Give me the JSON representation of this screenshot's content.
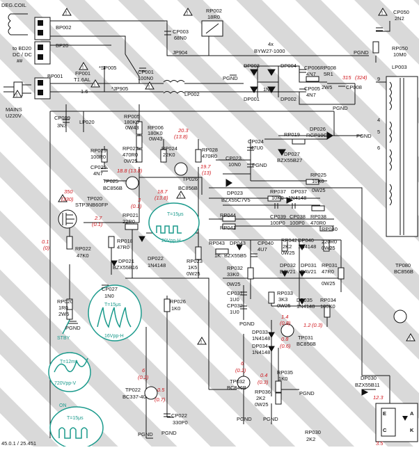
{
  "stripe_color": "#d9d9d9",
  "ink_color": "#111111",
  "measure_color": "#d0151b",
  "waveform_color": "#1a9a8c",
  "top_left": {
    "deg_coil": "DEG.COIL",
    "to_bd20_1": "to BD20",
    "to_bd20_2": "DC / DC",
    "to_bd20_3": "##",
    "mains_1": "MAINS",
    "mains_2": "U220V",
    "bp002": "BP002",
    "bp20": "BP20",
    "bp001": "BP001",
    "sp005": "*SP005",
    "jp905": "*JP905",
    "fp001_1": "FP001",
    "fp001_2": "T1.6AL",
    "fp001_3": "1.6"
  },
  "top_center": {
    "cp003_1": "CP003",
    "cp003_2": "68N0",
    "jp904": "JP904",
    "rp002_1": "RP002",
    "rp002_2": "18R0",
    "cp001_1": "CP001",
    "cp001_2": "100N0",
    "lp002": "LP002",
    "byw_1": "4x",
    "byw_2": "BYW27-1000",
    "dp003": "DP003",
    "dp004": "DP004",
    "dp001": "DP001",
    "dp002": "DP002",
    "pgnd": "PGND",
    "n1n5": "1N5",
    "cp006_1": "CP006",
    "cp006_2": "4N7",
    "cp005_1": "CP005",
    "cp005_2": "4N7",
    "rp008_1": "RP008",
    "rp008_2": "5R1",
    "rp008_3": "2W5",
    "cp008": "CP008",
    "v315": "315",
    "v324": "(324)"
  },
  "top_right": {
    "cp050_1": "CP050",
    "cp050_2": "2N2",
    "rp050_1": "RP050",
    "rp050_2": "10M0",
    "lp003": "LP003",
    "pgnd": "PGND",
    "pin9": "9",
    "pin4": "4",
    "pin5": "5",
    "pin6": "6",
    "pgnd2": "PGND",
    "tp080_1": "TP080",
    "tp080_2": "BC856B"
  },
  "left_section": {
    "cp009_1": "CP009",
    "cp009_2": "3N3",
    "lp020": "LP020",
    "rp005_1": "RP005",
    "rp005_2": "180K0",
    "rp005_3": "0W43",
    "rp006_1": "RP006",
    "rp006_2": "180K0",
    "rp006_3": "0W43",
    "v203": "20.3",
    "v138": "(13.8)",
    "rp029_1": "RP029",
    "rp029_2": "100R0",
    "cp029_1": "CP029",
    "cp029_2": "4N7",
    "rp027_1": "RP027",
    "rp027_2": "470R0",
    "rp027_3": "0W25",
    "v188": "18.8 (13.8)",
    "rp024_1": "RP024",
    "rp024_2": "22K0",
    "rp028_1": "RP028",
    "rp028_2": "470R0",
    "tp026_1": "TP026",
    "tp026_2": "BC856B",
    "v197": "19.7",
    "v13": "(13)",
    "tp025_1": "TP025",
    "tp025_2": "BC856B",
    "v187": "18.7",
    "v138b": "(13.8)",
    "v350": "350",
    "v330": "(330)",
    "tp020_1": "TP020",
    "tp020_2": "STP3NB60FP",
    "v3": "3",
    "v01": "(0.1)",
    "v27": "2.7",
    "v01b": "(0.1)",
    "rp021_1": "RP021",
    "rp021_2": "22R0",
    "v01c": "0.1",
    "v0": "(0)",
    "rp018_1": "RP018",
    "rp018_2": "47R0",
    "rp022_1": "RP022",
    "rp022_2": "47K0",
    "dp021_1": "DP021",
    "dp021_2": "BZX55B16",
    "dp022_1": "DP022",
    "dp022_2": "1N4148",
    "rp023_1": "RP023",
    "rp023_2": "1K5",
    "rp023_3": "0W25",
    "cp027_1": "CP027",
    "cp027_2": "1N0",
    "rp020_1": "RP020",
    "rp020_2": "1R0",
    "rp020_3": "2W5",
    "rp026_1": "RP026",
    "rp026_2": "1K0",
    "pgnd": "PGND",
    "v6": "6",
    "v02": "(0.2)",
    "tp022_1": "TP022",
    "tp022_2": "BC337-40",
    "v05": "0.5",
    "v07": "(0.7)",
    "cp022_1": "CP022",
    "cp022_2": "330P0",
    "pgnd2": "PGND",
    "pgnd3": "PGND"
  },
  "waveforms": {
    "w1_t": "T=15μs",
    "w1_v": "20Vpp-H",
    "w2_t": "T=15μs",
    "w2_v": "16Vpp-H",
    "stby": "STBY",
    "w3_t": "T=12ms",
    "w3_v": "720Vpp-V",
    "on": "ON",
    "w4_t": "T=15μs"
  },
  "center_section": {
    "cp024_1": "CP024",
    "cp024_2": "47U0",
    "cp023_1": "CP023",
    "cp023_2": "10N0",
    "pgnd": "PGND",
    "rp019": "RP019",
    "dp026_1": "DP026",
    "dp026_2": "RGP10G",
    "pgnd_r": "PGND",
    "dp027_1": "DP027",
    "dp027_2": "BZX55B27",
    "rp025_1": "RP025",
    "rp025_2": "10K0",
    "rp025_3": "0W25",
    "dp023_1": "DP023",
    "dp023_2": "BZX55C7V5",
    "rp037_1": "RP037",
    "rp037_2": "10K0",
    "dp037_1": "DP037",
    "dp037_2": "1N4148",
    "rp044": "RP044",
    "rp041": "RP041",
    "cp039_1": "CP039",
    "cp039_2": "100P0",
    "cp038_1": "CP038",
    "cp038_2": "100P0",
    "rp038_1": "RP038",
    "rp038_2": "470R0",
    "rp043": "RP043",
    "rp043_v": "1K",
    "dp043_1": "DP043",
    "dp043_2": "BZX55B5",
    "cp040_1": "CP040",
    "cp040_2": "4U7",
    "rp042_1": "RP042",
    "rp042_2": "2K2",
    "rp042_3": "0W25",
    "dp040_1": "DP040",
    "dp040_2": "1N4148",
    "rp040_1": "RP040",
    "rp040_2": "220R0",
    "rp040_3": "0W25",
    "rp032_1": "RP032",
    "rp032_2": "33K0",
    "rp032_3": "0W25",
    "dp032_1": "DP032",
    "dp032_2": "BAV21",
    "dp031_1": "DP031",
    "dp031_2": "BAV21",
    "rp031_1": "RP031",
    "rp031_2": "47R0",
    "rp031_3": "0W25",
    "cp031_1": "CP031",
    "cp031_2": "1U0",
    "cp032_1": "CP032",
    "cp032_2": "1U0",
    "rp033_1": "RP033",
    "rp033_2": "3K3",
    "rp033_3": "0W25",
    "dp035_1": "DP035",
    "dp035_2": "1N4148",
    "rp034_1": "RP034",
    "rp034_2": "100K0",
    "pgnd2": "PGND",
    "v14": "1.4",
    "v08": "(0.8)",
    "v12": "1.2",
    "v03": "(0.3)",
    "dp033_1": "DP033",
    "dp033_2": "1N4148",
    "dp034_1": "DP034",
    "dp034_2": "1N4148",
    "v08b": "0.8",
    "v06": "(0.6)",
    "tp031_1": "TP031",
    "tp031_2": "BC856B",
    "v6": "6",
    "v02": "(0.2)",
    "tp032_1": "TP032",
    "tp032_2": "BC846B",
    "v04": "0.4",
    "v03b": "(0.3)",
    "rp035_1": "RP035",
    "rp035_2": "1K0",
    "rp036_1": "RP036",
    "rp036_2": "2K2",
    "rp036_3": "0W25",
    "pgnd3": "PGND",
    "pgnd4": "PGND",
    "pgnd5": "PGND",
    "rp030_1": "RP030",
    "rp030_2": "2K2"
  },
  "bottom_right": {
    "dp030_1": "DP030",
    "dp030_2": "BZX55B11",
    "v123": "12.3",
    "e": "E",
    "c": "C",
    "a": "A",
    "k": "K",
    "v35": "3.5",
    "bottom_text": "45.0.1 / 25.451"
  }
}
